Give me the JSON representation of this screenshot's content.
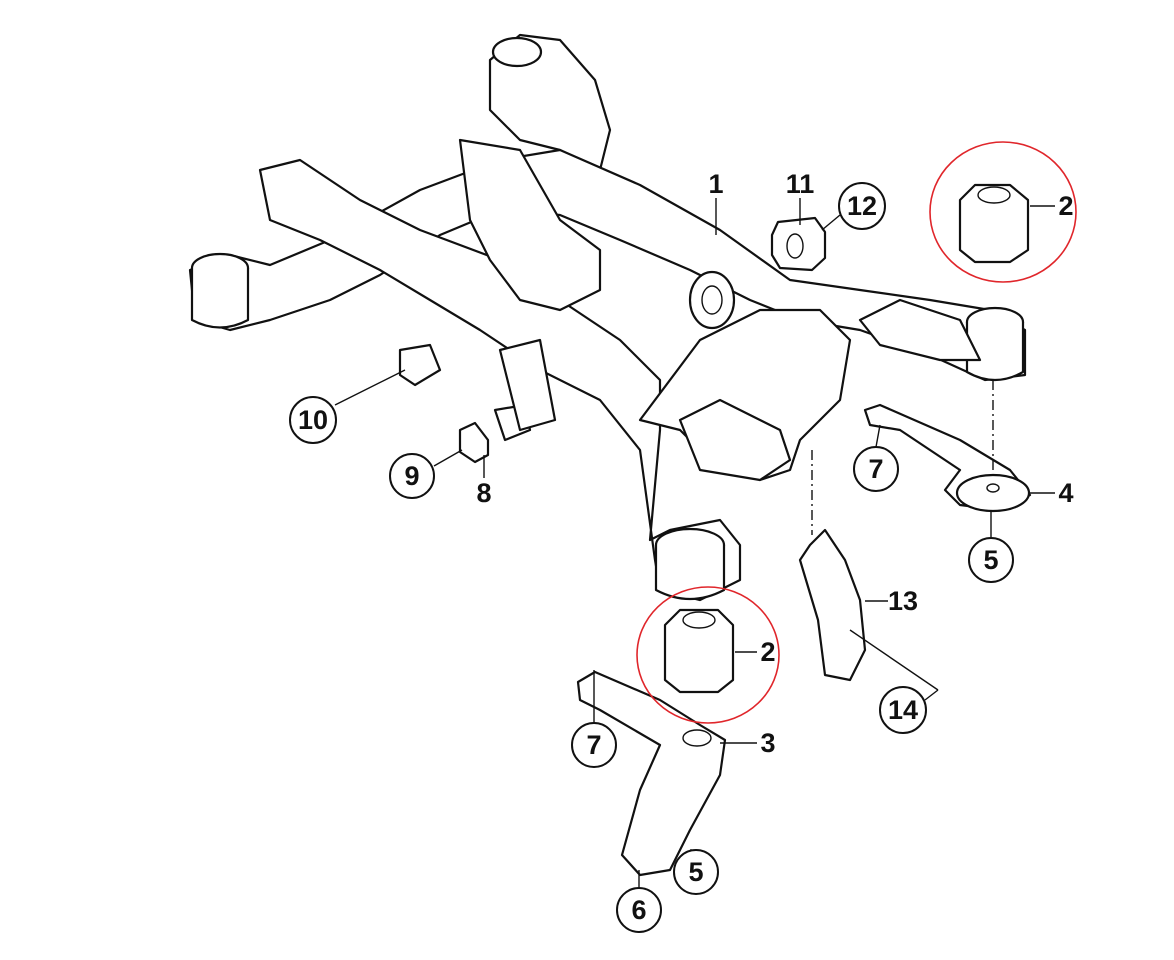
{
  "diagram": {
    "title": "Rear axle carrier / subframe parts diagram",
    "labels": {
      "subframe": "1",
      "bushing_top_right": "2",
      "bushing_bottom": "2",
      "brace_bottom": "3",
      "washer_right": "4",
      "bolt_5_right": "5",
      "bolt_5_bottom": "5",
      "bolt_6": "6",
      "screw_7_right": "7",
      "screw_7_bottom": "7",
      "part_8": "8",
      "bushing_9": "9",
      "bushing_10": "10",
      "part_11": "11",
      "bushing_12": "12",
      "bracket_13": "13",
      "part_14": "14"
    },
    "highlight_color": "#e0262b"
  }
}
